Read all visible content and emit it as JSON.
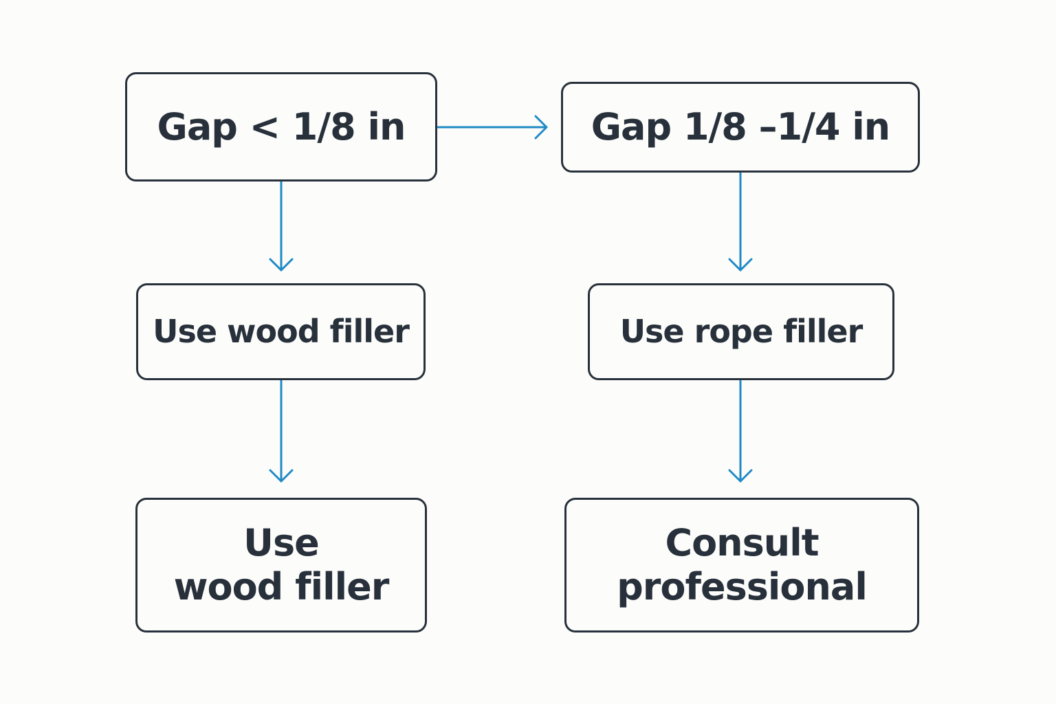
{
  "diagram": {
    "colors": {
      "background": "#fcfcfa",
      "node_border": "#28313b",
      "node_text": "#28313b",
      "arrow": "#1f8ac6"
    },
    "nodes": {
      "gap_small": "Gap < 1/8 in",
      "gap_mid": "Gap 1/8 –1/4 in",
      "wood_filler_1": "Use wood filler",
      "rope_filler": "Use rope filler",
      "wood_filler_2": "Use\nwood filler",
      "consult": "Consult\nprofessional"
    },
    "edges": [
      {
        "from": "gap_small",
        "to": "gap_mid"
      },
      {
        "from": "gap_small",
        "to": "wood_filler_1"
      },
      {
        "from": "wood_filler_1",
        "to": "wood_filler_2"
      },
      {
        "from": "gap_mid",
        "to": "rope_filler"
      },
      {
        "from": "rope_filler",
        "to": "consult"
      }
    ]
  }
}
